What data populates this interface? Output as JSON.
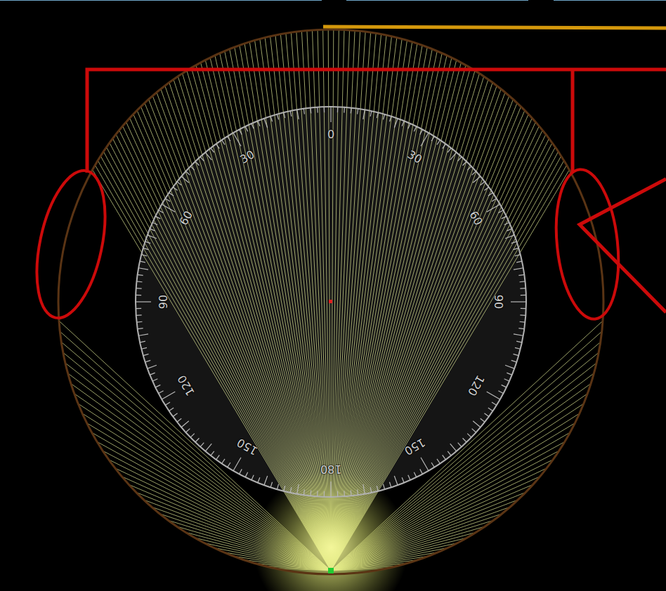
{
  "diagram": {
    "labels": [
      "0",
      "30",
      "30",
      "60",
      "60",
      "90",
      "90",
      "120",
      "120",
      "150",
      "150",
      "180"
    ]
  }
}
